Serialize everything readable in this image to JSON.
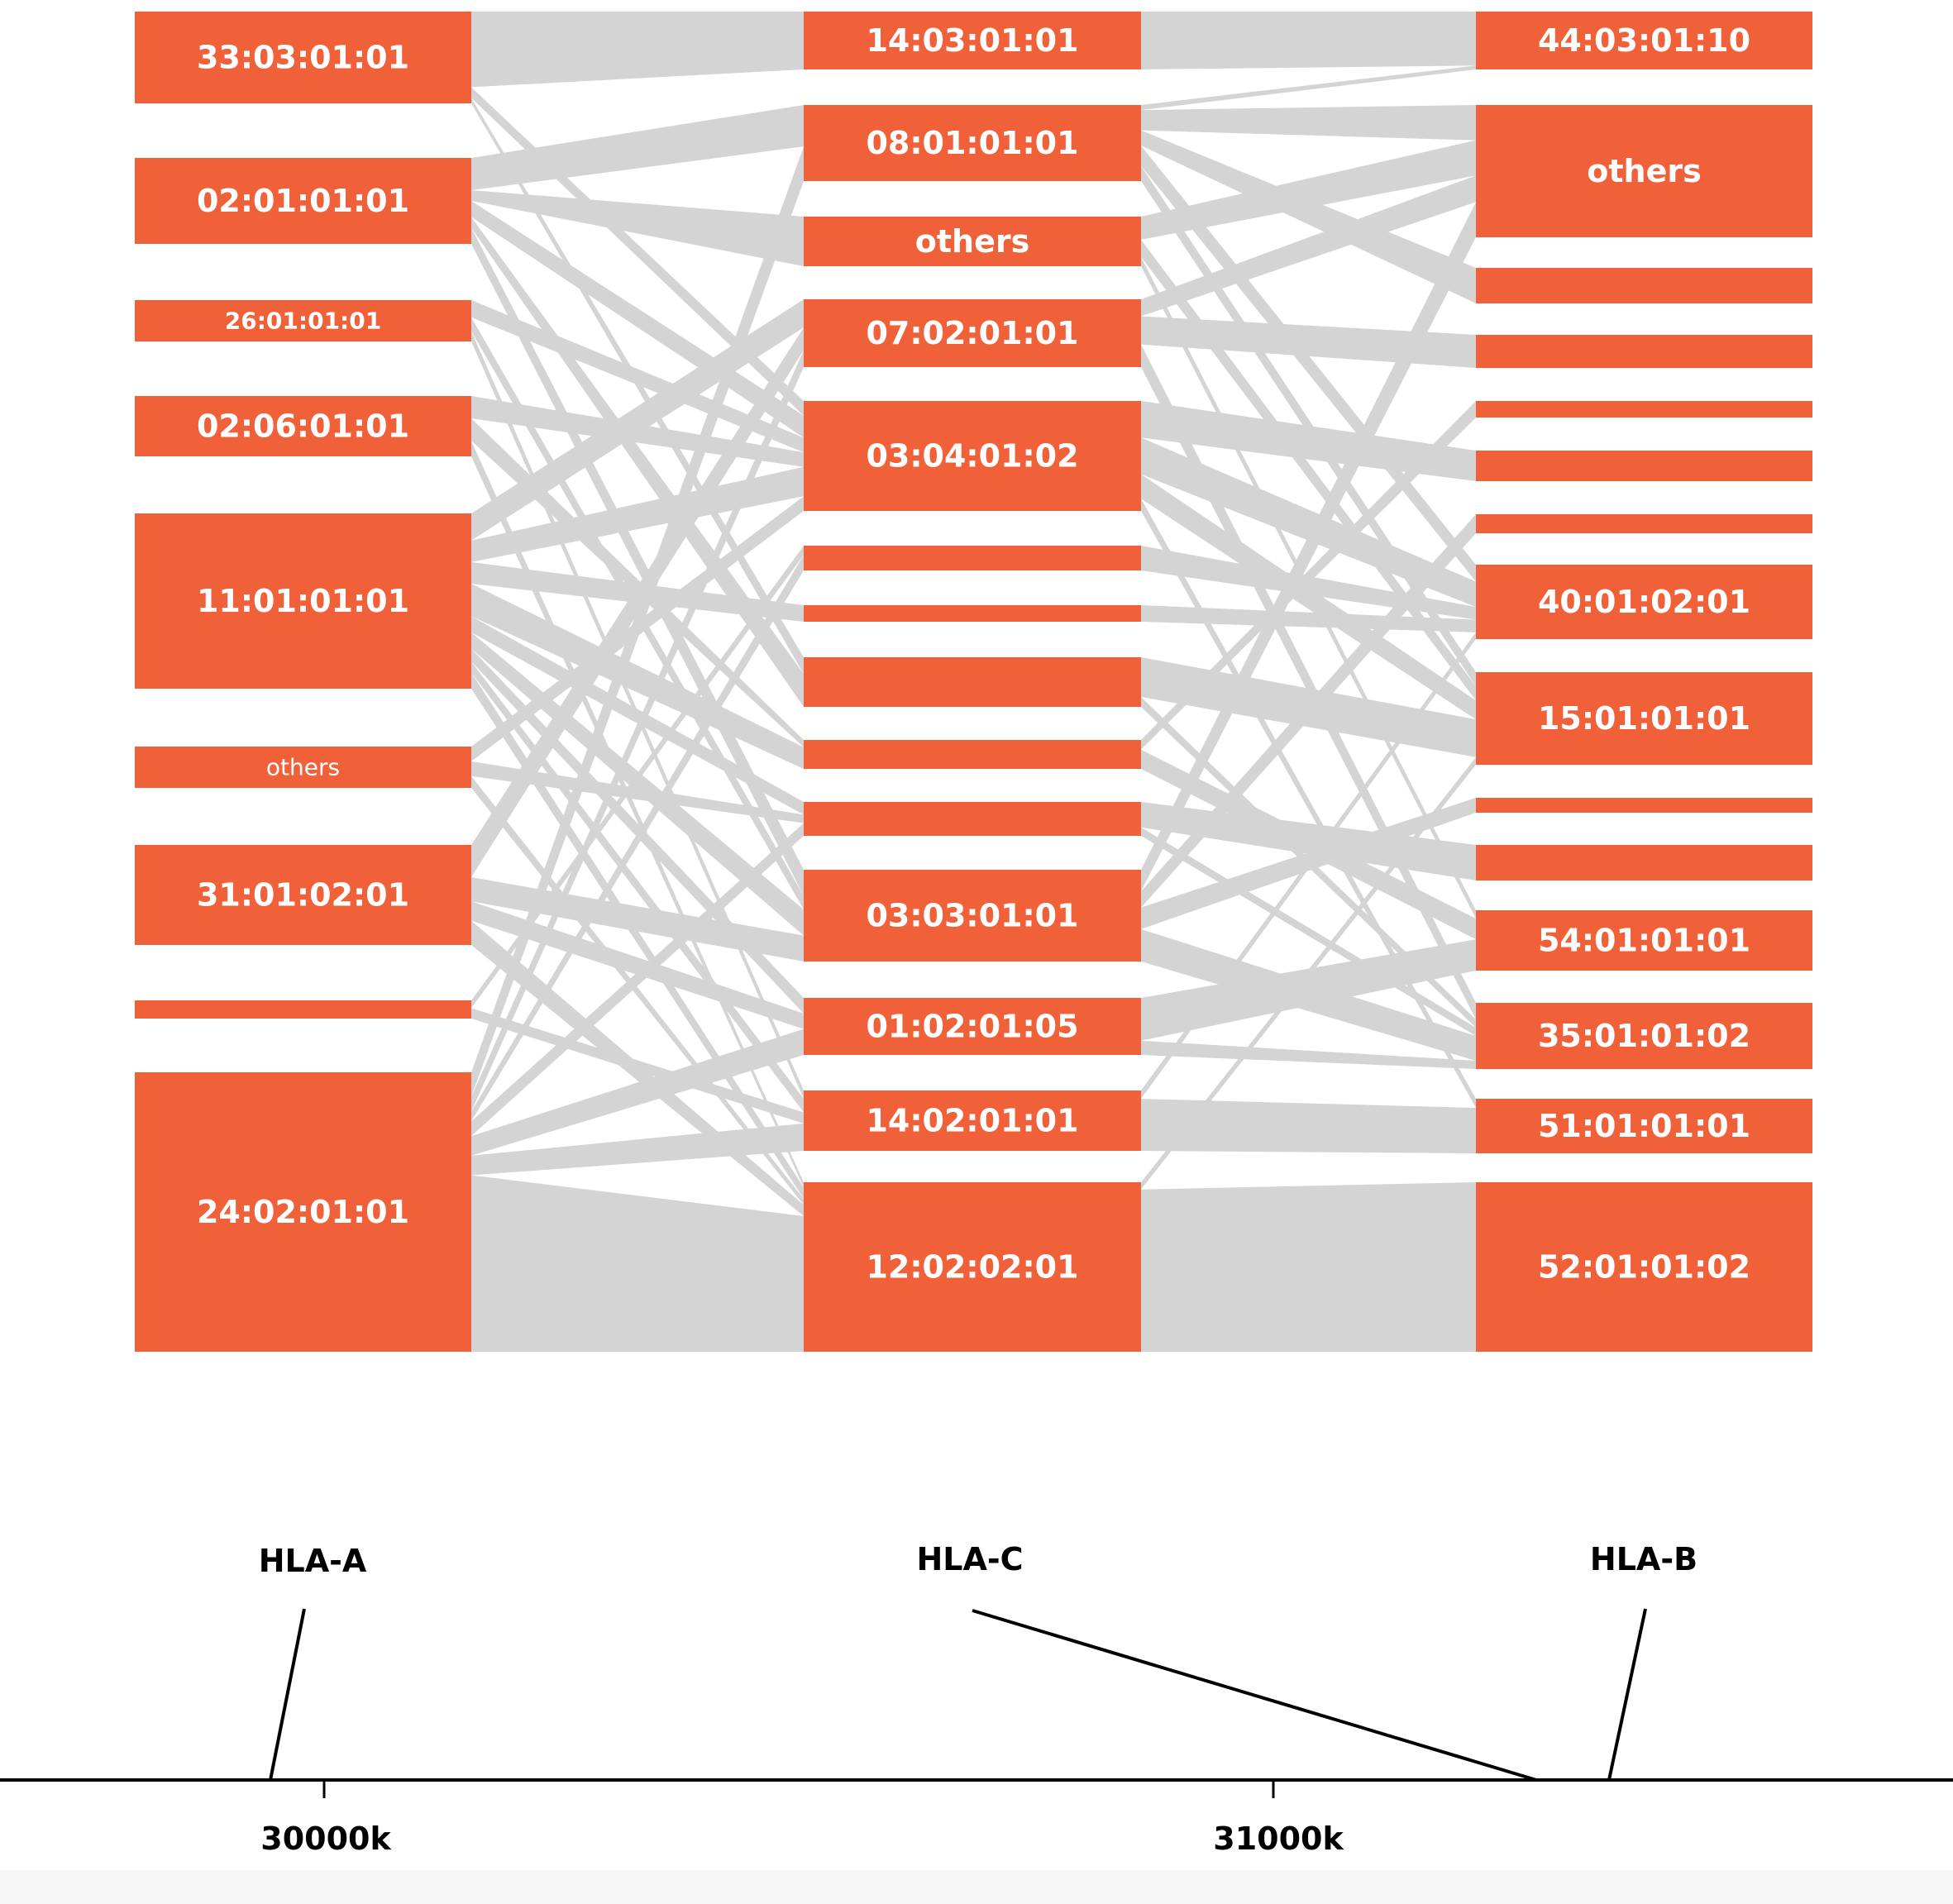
{
  "diagram": {
    "type": "alluvial",
    "colors": {
      "node": "#f0613a",
      "link": "#d4d4d4",
      "text_on_node": "#ffffff",
      "axis": "#000000"
    },
    "columns": [
      {
        "gene": "HLA-A",
        "nodes": [
          {
            "label": "33:03:01:01"
          },
          {
            "label": "02:01:01:01"
          },
          {
            "label": "26:01:01:01",
            "size": "small"
          },
          {
            "label": "02:06:01:01"
          },
          {
            "label": "11:01:01:01"
          },
          {
            "label": "others",
            "size": "small",
            "weight": "light"
          },
          {
            "label": "31:01:02:01"
          },
          {
            "label": ""
          },
          {
            "label": "24:02:01:01"
          }
        ]
      },
      {
        "gene": "HLA-C",
        "nodes": [
          {
            "label": "14:03:01:01"
          },
          {
            "label": "08:01:01:01"
          },
          {
            "label": "others"
          },
          {
            "label": "07:02:01:01"
          },
          {
            "label": "03:04:01:02"
          },
          {
            "label": ""
          },
          {
            "label": ""
          },
          {
            "label": ""
          },
          {
            "label": ""
          },
          {
            "label": ""
          },
          {
            "label": "03:03:01:01"
          },
          {
            "label": "01:02:01:05"
          },
          {
            "label": "14:02:01:01"
          },
          {
            "label": "12:02:02:01"
          }
        ]
      },
      {
        "gene": "HLA-B",
        "nodes": [
          {
            "label": "44:03:01:10"
          },
          {
            "label": "others"
          },
          {
            "label": ""
          },
          {
            "label": ""
          },
          {
            "label": ""
          },
          {
            "label": ""
          },
          {
            "label": ""
          },
          {
            "label": "40:01:02:01"
          },
          {
            "label": "15:01:01:01"
          },
          {
            "label": ""
          },
          {
            "label": ""
          },
          {
            "label": "54:01:01:01"
          },
          {
            "label": "35:01:01:02"
          },
          {
            "label": "51:01:01:01"
          },
          {
            "label": "52:01:01:02"
          }
        ]
      }
    ],
    "links": [
      {
        "from": [
          0,
          0
        ],
        "to": [
          1,
          0
        ],
        "weight": 7.0
      },
      {
        "from": [
          0,
          0
        ],
        "to": [
          1,
          4
        ],
        "weight": 1.0
      },
      {
        "from": [
          0,
          0
        ],
        "to": [
          1,
          7
        ],
        "weight": 0.5
      },
      {
        "from": [
          0,
          1
        ],
        "to": [
          1,
          1
        ],
        "weight": 3.0
      },
      {
        "from": [
          0,
          1
        ],
        "to": [
          1,
          4
        ],
        "weight": 1.5
      },
      {
        "from": [
          0,
          1
        ],
        "to": [
          1,
          10
        ],
        "weight": 1.5
      },
      {
        "from": [
          0,
          1
        ],
        "to": [
          1,
          7
        ],
        "weight": 1.0
      },
      {
        "from": [
          0,
          1
        ],
        "to": [
          1,
          2
        ],
        "weight": 1.0
      },
      {
        "from": [
          0,
          2
        ],
        "to": [
          1,
          4
        ],
        "weight": 1.0
      },
      {
        "from": [
          0,
          2
        ],
        "to": [
          1,
          10
        ],
        "weight": 0.8
      },
      {
        "from": [
          0,
          2
        ],
        "to": [
          1,
          12
        ],
        "weight": 0.6
      },
      {
        "from": [
          0,
          3
        ],
        "to": [
          1,
          4
        ],
        "weight": 1.0
      },
      {
        "from": [
          0,
          3
        ],
        "to": [
          1,
          8
        ],
        "weight": 1.0
      },
      {
        "from": [
          0,
          3
        ],
        "to": [
          1,
          13
        ],
        "weight": 0.7
      },
      {
        "from": [
          0,
          4
        ],
        "to": [
          1,
          3
        ],
        "weight": 2.5
      },
      {
        "from": [
          0,
          4
        ],
        "to": [
          1,
          4
        ],
        "weight": 2.0
      },
      {
        "from": [
          0,
          4
        ],
        "to": [
          1,
          6
        ],
        "weight": 2.0
      },
      {
        "from": [
          0,
          4
        ],
        "to": [
          1,
          8
        ],
        "weight": 3.0
      },
      {
        "from": [
          0,
          4
        ],
        "to": [
          1,
          9
        ],
        "weight": 1.5
      },
      {
        "from": [
          0,
          4
        ],
        "to": [
          1,
          10
        ],
        "weight": 1.5
      },
      {
        "from": [
          0,
          4
        ],
        "to": [
          1,
          11
        ],
        "weight": 1.2
      },
      {
        "from": [
          0,
          4
        ],
        "to": [
          1,
          12
        ],
        "weight": 1.0
      },
      {
        "from": [
          0,
          4
        ],
        "to": [
          1,
          13
        ],
        "weight": 1.5
      },
      {
        "from": [
          0,
          5
        ],
        "to": [
          1,
          4
        ],
        "weight": 1.0
      },
      {
        "from": [
          0,
          5
        ],
        "to": [
          1,
          9
        ],
        "weight": 1.0
      },
      {
        "from": [
          0,
          5
        ],
        "to": [
          1,
          13
        ],
        "weight": 0.8
      },
      {
        "from": [
          0,
          6
        ],
        "to": [
          1,
          3
        ],
        "weight": 2.0
      },
      {
        "from": [
          0,
          6
        ],
        "to": [
          1,
          10
        ],
        "weight": 1.5
      },
      {
        "from": [
          0,
          6
        ],
        "to": [
          1,
          11
        ],
        "weight": 1.2
      },
      {
        "from": [
          0,
          6
        ],
        "to": [
          1,
          13
        ],
        "weight": 1.5
      },
      {
        "from": [
          0,
          7
        ],
        "to": [
          1,
          12
        ],
        "weight": 0.8
      },
      {
        "from": [
          0,
          7
        ],
        "to": [
          1,
          5
        ],
        "weight": 0.6
      },
      {
        "from": [
          0,
          8
        ],
        "to": [
          1,
          1
        ],
        "weight": 2.5
      },
      {
        "from": [
          0,
          8
        ],
        "to": [
          1,
          3
        ],
        "weight": 1.5
      },
      {
        "from": [
          0,
          8
        ],
        "to": [
          1,
          5
        ],
        "weight": 1.0
      },
      {
        "from": [
          0,
          8
        ],
        "to": [
          1,
          9
        ],
        "weight": 1.5
      },
      {
        "from": [
          0,
          8
        ],
        "to": [
          1,
          11
        ],
        "weight": 2.0
      },
      {
        "from": [
          0,
          8
        ],
        "to": [
          1,
          12
        ],
        "weight": 2.0
      },
      {
        "from": [
          0,
          8
        ],
        "to": [
          1,
          13
        ],
        "weight": 18.0
      },
      {
        "from": [
          1,
          0
        ],
        "to": [
          2,
          0
        ],
        "weight": 7.0
      },
      {
        "from": [
          1,
          1
        ],
        "to": [
          2,
          0
        ],
        "weight": 0.5
      },
      {
        "from": [
          1,
          1
        ],
        "to": [
          2,
          1
        ],
        "weight": 2.0
      },
      {
        "from": [
          1,
          1
        ],
        "to": [
          2,
          2
        ],
        "weight": 1.5
      },
      {
        "from": [
          1,
          1
        ],
        "to": [
          2,
          7
        ],
        "weight": 2.0
      },
      {
        "from": [
          1,
          1
        ],
        "to": [
          2,
          8
        ],
        "weight": 1.5
      },
      {
        "from": [
          1,
          2
        ],
        "to": [
          2,
          1
        ],
        "weight": 2.0
      },
      {
        "from": [
          1,
          2
        ],
        "to": [
          2,
          8
        ],
        "weight": 1.5
      },
      {
        "from": [
          1,
          2
        ],
        "to": [
          2,
          11
        ],
        "weight": 0.8
      },
      {
        "from": [
          1,
          3
        ],
        "to": [
          2,
          1
        ],
        "weight": 1.5
      },
      {
        "from": [
          1,
          3
        ],
        "to": [
          2,
          3
        ],
        "weight": 2.5
      },
      {
        "from": [
          1,
          3
        ],
        "to": [
          2,
          12
        ],
        "weight": 2.0
      },
      {
        "from": [
          1,
          4
        ],
        "to": [
          2,
          5
        ],
        "weight": 3.0
      },
      {
        "from": [
          1,
          4
        ],
        "to": [
          2,
          7
        ],
        "weight": 3.0
      },
      {
        "from": [
          1,
          4
        ],
        "to": [
          2,
          8
        ],
        "weight": 2.0
      },
      {
        "from": [
          1,
          4
        ],
        "to": [
          2,
          13
        ],
        "weight": 1.0
      },
      {
        "from": [
          1,
          5
        ],
        "to": [
          2,
          7
        ],
        "weight": 1.5
      },
      {
        "from": [
          1,
          6
        ],
        "to": [
          2,
          7
        ],
        "weight": 1.5
      },
      {
        "from": [
          1,
          7
        ],
        "to": [
          2,
          8
        ],
        "weight": 4.0
      },
      {
        "from": [
          1,
          7
        ],
        "to": [
          2,
          12
        ],
        "weight": 1.0
      },
      {
        "from": [
          1,
          8
        ],
        "to": [
          2,
          11
        ],
        "weight": 2.0
      },
      {
        "from": [
          1,
          8
        ],
        "to": [
          2,
          4
        ],
        "weight": 1.0
      },
      {
        "from": [
          1,
          9
        ],
        "to": [
          2,
          10
        ],
        "weight": 3.0
      },
      {
        "from": [
          1,
          9
        ],
        "to": [
          2,
          12
        ],
        "weight": 1.0
      },
      {
        "from": [
          1,
          10
        ],
        "to": [
          2,
          1
        ],
        "weight": 2.0
      },
      {
        "from": [
          1,
          10
        ],
        "to": [
          2,
          6
        ],
        "weight": 1.5
      },
      {
        "from": [
          1,
          10
        ],
        "to": [
          2,
          9
        ],
        "weight": 2.0
      },
      {
        "from": [
          1,
          10
        ],
        "to": [
          2,
          12
        ],
        "weight": 3.0
      },
      {
        "from": [
          1,
          11
        ],
        "to": [
          2,
          11
        ],
        "weight": 3.0
      },
      {
        "from": [
          1,
          11
        ],
        "to": [
          2,
          12
        ],
        "weight": 1.0
      },
      {
        "from": [
          1,
          12
        ],
        "to": [
          2,
          13
        ],
        "weight": 5.0
      },
      {
        "from": [
          1,
          12
        ],
        "to": [
          2,
          7
        ],
        "weight": 0.8
      },
      {
        "from": [
          1,
          13
        ],
        "to": [
          2,
          14
        ],
        "weight": 18.0
      },
      {
        "from": [
          1,
          13
        ],
        "to": [
          2,
          8
        ],
        "weight": 0.8
      }
    ]
  },
  "genome_axis": {
    "genes": [
      {
        "name": "HLA-A",
        "position": 29942
      },
      {
        "name": "HLA-C",
        "position": 31236
      },
      {
        "name": "HLA-B",
        "position": 31321
      }
    ],
    "ticks": [
      {
        "value": 30000,
        "label": "30000k"
      },
      {
        "value": 31000,
        "label": "31000k"
      }
    ]
  }
}
